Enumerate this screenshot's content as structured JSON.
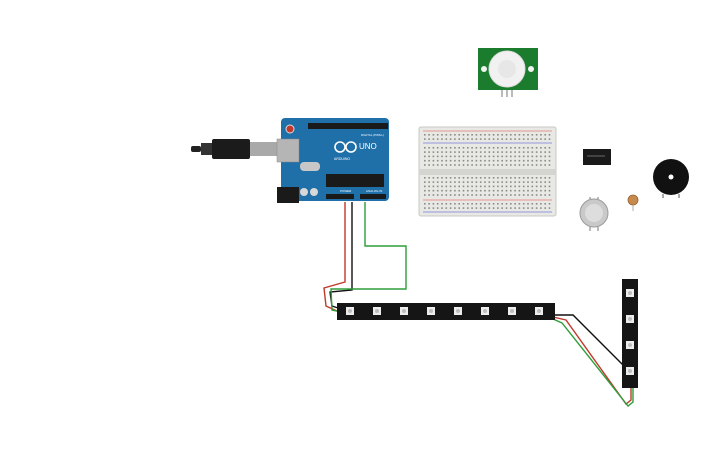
{
  "arduino": {
    "model_label": "UNO",
    "brand_label": "ARDUINO",
    "digital_label": "DIGITAL (PWM~)",
    "power_label": "POWER",
    "analog_label": "ANALOG IN",
    "board_color": "#1f6fa8",
    "logo_color": "#ffffff"
  },
  "usb_cable": {
    "color": "#111111"
  },
  "breadboard": {
    "color": "#e8e8e4"
  },
  "pir_sensor": {
    "board_color": "#1c7c2e",
    "dome_color": "#f1f1f1"
  },
  "ic_chip": {
    "label": ""
  },
  "gas_sensor": {
    "color": "#c9c9c9"
  },
  "photoresistor": {
    "color": "#c58a4c"
  },
  "piezo_buzzer": {
    "color": "#111111"
  },
  "led_strip_horizontal": {
    "pixel_count": 8,
    "color": "#151515"
  },
  "led_strip_vertical": {
    "pixel_count": 4,
    "color": "#151515"
  },
  "wires": {
    "red": "#c0392b",
    "black": "#111111",
    "green": "#2e9e3a"
  }
}
